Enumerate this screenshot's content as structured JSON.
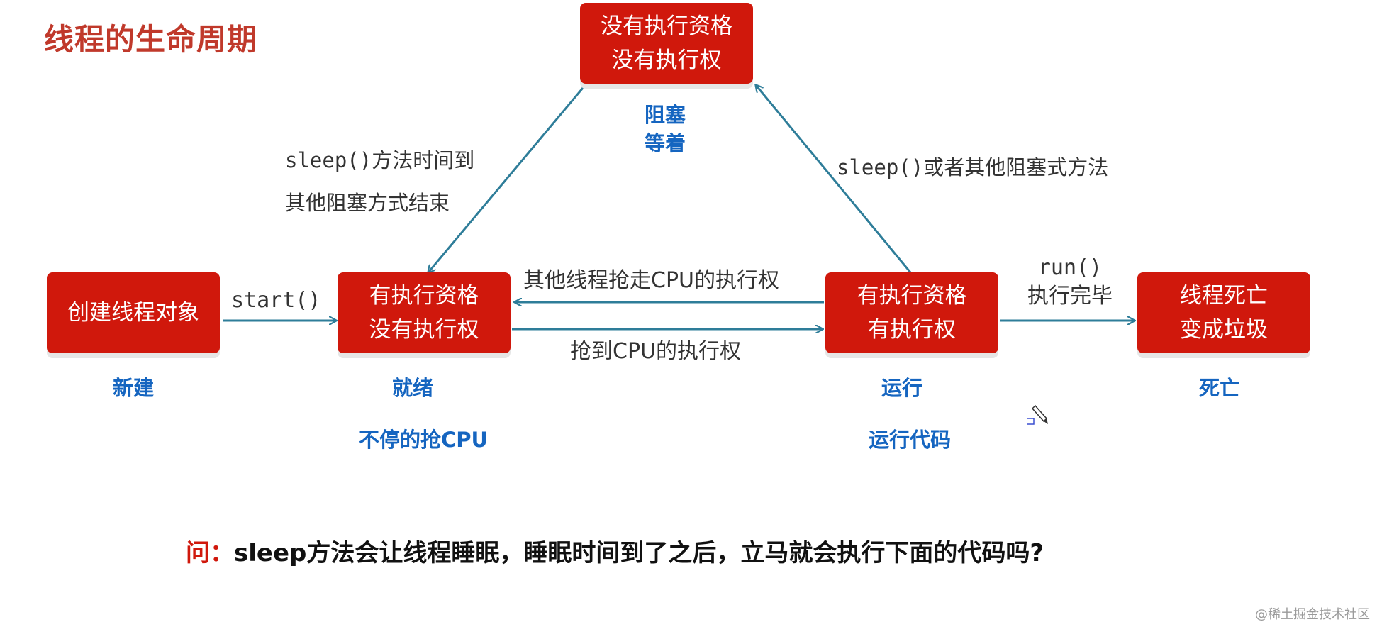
{
  "title": "线程的生命周期",
  "states": {
    "new": {
      "box": [
        "创建线程对象"
      ],
      "label": "新建"
    },
    "ready": {
      "box": [
        "有执行资格",
        "没有执行权"
      ],
      "label": "就绪",
      "sublabel": "不停的抢CPU"
    },
    "running": {
      "box": [
        "有执行资格",
        "有执行权"
      ],
      "label": "运行",
      "sublabel": "运行代码"
    },
    "dead": {
      "box": [
        "线程死亡",
        "变成垃圾"
      ],
      "label": "死亡"
    },
    "blocked": {
      "box": [
        "没有执行资格",
        "没有执行权"
      ],
      "label": [
        "阻塞",
        "等着"
      ]
    }
  },
  "edges": {
    "start": "start()",
    "preempt": "其他线程抢走CPU的执行权",
    "grab": "抢到CPU的执行权",
    "run_done": [
      "run()",
      "执行完毕"
    ],
    "to_blocked": "sleep()或者其他阻塞式方法",
    "from_blocked": [
      "sleep()方法时间到",
      "其他阻塞方式结束"
    ]
  },
  "question": {
    "prefix": "问：",
    "text": "sleep方法会让线程睡眠，睡眠时间到了之后，立马就会执行下面的代码吗?"
  },
  "watermark": "@稀土掘金技术社区",
  "colors": {
    "box": "#d0180c",
    "title": "#c0392b",
    "label": "#1565c0",
    "arrow": "#2e7d99"
  }
}
